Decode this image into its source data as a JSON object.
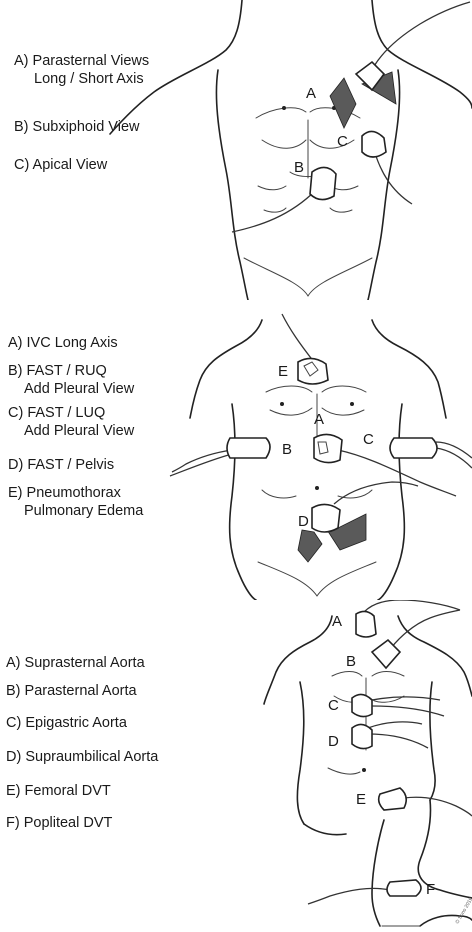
{
  "panels": [
    {
      "legend": [
        {
          "text": "A) Parasternal Views",
          "sub": "Long / Short Axis"
        },
        {
          "text": "B) Subxiphoid View"
        },
        {
          "text": "C) Apical View"
        }
      ],
      "markers": [
        "A",
        "B",
        "C"
      ]
    },
    {
      "legend": [
        {
          "text": "A) IVC Long Axis"
        },
        {
          "text": "B) FAST / RUQ",
          "sub": "Add Pleural View"
        },
        {
          "text": "C) FAST / LUQ",
          "sub": "Add Pleural View"
        },
        {
          "text": "D) FAST / Pelvis"
        },
        {
          "text": "E) Pneumothorax",
          "sub": "Pulmonary Edema"
        }
      ],
      "markers": [
        "A",
        "B",
        "C",
        "D",
        "E"
      ]
    },
    {
      "legend": [
        {
          "text": "A) Suprasternal Aorta"
        },
        {
          "text": "B) Parasternal Aorta"
        },
        {
          "text": "C) Epigastric Aorta"
        },
        {
          "text": "D) Supraumbilical Aorta"
        },
        {
          "text": "E) Femoral DVT"
        },
        {
          "text": "F) Popliteal DVT"
        }
      ],
      "markers": [
        "A",
        "B",
        "C",
        "D",
        "E",
        "F"
      ]
    }
  ],
  "colors": {
    "line": "#222222",
    "beam": "#5a5a5a",
    "background": "#ffffff"
  }
}
